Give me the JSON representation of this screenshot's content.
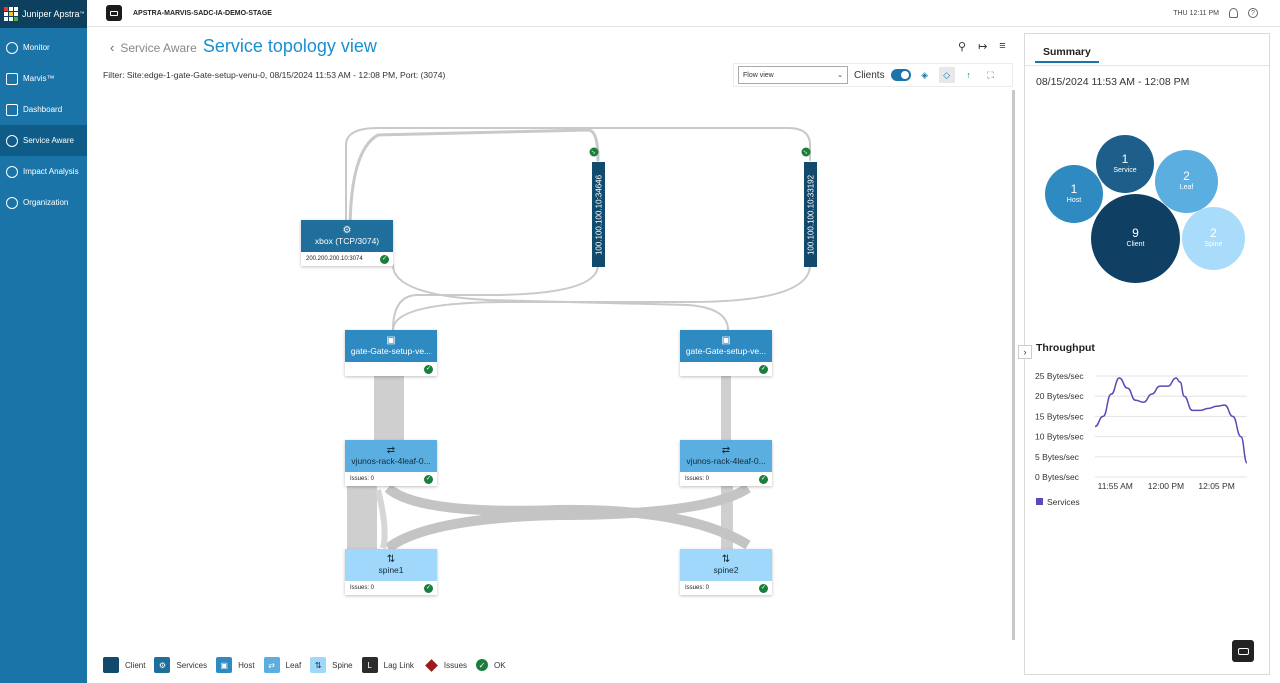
{
  "brand": {
    "name": "Juniper Apstra",
    "tm": "™"
  },
  "nav": [
    {
      "label": "Monitor",
      "icon": "monitor-icon"
    },
    {
      "label": "Marvis™",
      "icon": "marvis-icon"
    },
    {
      "label": "Dashboard",
      "icon": "dashboard-icon"
    },
    {
      "label": "Service Aware",
      "icon": "service-aware-icon",
      "active": true
    },
    {
      "label": "Impact Analysis",
      "icon": "impact-analysis-icon"
    },
    {
      "label": "Organization",
      "icon": "organization-icon"
    }
  ],
  "topbar": {
    "org": "APSTRA-MARVIS-SADC-IA-DEMO-STAGE",
    "time": "THU 12:11 PM"
  },
  "header": {
    "breadcrumb": "Service Aware",
    "title": "Service topology view"
  },
  "filter": "Filter: Site:edge-1-gate-Gate-setup-venu-0, 08/15/2024 11:53 AM - 12:08 PM, Port: (3074)",
  "toolbar": {
    "view": "Flow view",
    "clients_label": "Clients",
    "clients_on": true
  },
  "nodes": {
    "service": {
      "label": "xbox (TCP/3074)",
      "sub": "200.200.200.10:3074"
    },
    "client1": {
      "label": "100.100.100.10:34646"
    },
    "client2": {
      "label": "100.100.100.10:33192"
    },
    "host1": {
      "label": "gate-Gate-setup-ve..."
    },
    "host2": {
      "label": "gate-Gate-setup-ve..."
    },
    "leaf1": {
      "label": "vjunos-rack-4leaf-0...",
      "issues": "Issues: 0"
    },
    "leaf2": {
      "label": "vjunos-rack-4leaf-0...",
      "issues": "Issues: 0"
    },
    "spine1": {
      "label": "spine1",
      "issues": "Issues: 0"
    },
    "spine2": {
      "label": "spine2",
      "issues": "Issues: 0"
    }
  },
  "legend": [
    {
      "label": "Client",
      "color": "#124a6e"
    },
    {
      "label": "Services",
      "color": "#1f6e9b"
    },
    {
      "label": "Host",
      "color": "#2e8ac0"
    },
    {
      "label": "Leaf",
      "color": "#5aaee0"
    },
    {
      "label": "Spine",
      "color": "#9fd8fb"
    },
    {
      "label": "Lag Link",
      "color": "#2b2b2b"
    },
    {
      "label": "Issues",
      "color": "#9b1c1c"
    },
    {
      "label": "OK",
      "color": "#1a7f3c"
    }
  ],
  "summary": {
    "tab": "Summary",
    "date": "08/15/2024 11:53 AM - 12:08 PM",
    "bubbles": [
      {
        "count": "1",
        "label": "Service",
        "color": "#1d5f8a"
      },
      {
        "count": "2",
        "label": "Leaf",
        "color": "#5aaee0"
      },
      {
        "count": "1",
        "label": "Host",
        "color": "#2e8ac0"
      },
      {
        "count": "9",
        "label": "Client",
        "color": "#0f3f63"
      },
      {
        "count": "2",
        "label": "Spine",
        "color": "#a9dcfb"
      }
    ]
  },
  "throughput": {
    "title": "Throughput"
  },
  "chart_data": {
    "type": "line",
    "title": "Throughput",
    "y_ticks": [
      "25 Bytes/sec",
      "20 Bytes/sec",
      "15 Bytes/sec",
      "10 Bytes/sec",
      "5 Bytes/sec",
      "0 Bytes/sec"
    ],
    "x_ticks": [
      "11:55 AM",
      "12:00 PM",
      "12:05 PM"
    ],
    "ylim": [
      0,
      25
    ],
    "xlim_minutes": [
      0,
      15
    ],
    "x_tick_minutes": [
      2,
      7,
      12
    ],
    "series": [
      {
        "name": "Services",
        "color": "#5b49b8",
        "x": [
          0,
          0.8,
          1.6,
          2.4,
          3.2,
          4.0,
          4.8,
          5.6,
          6.4,
          7.2,
          8.0,
          8.4,
          8.8,
          9.6,
          10.4,
          11.2,
          12.0,
          12.8,
          13.6,
          14.4,
          15
        ],
        "y": [
          12.5,
          15,
          20.5,
          24.5,
          22,
          19,
          18.5,
          20.5,
          22.5,
          22.5,
          24.5,
          23.5,
          20,
          16.5,
          16.5,
          17,
          17.5,
          17.8,
          15,
          10,
          3.5
        ]
      }
    ]
  }
}
